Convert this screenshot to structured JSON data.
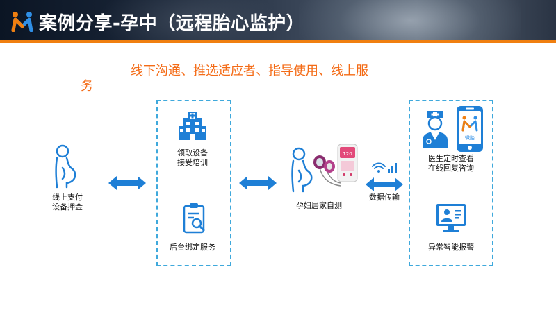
{
  "header": {
    "title": "案例分享-孕中（远程胎心监护）"
  },
  "intro": {
    "line1": "线下沟通、推选适应者、指导使用、线上服",
    "line2": "务"
  },
  "steps": {
    "payment": {
      "line1": "线上支付",
      "line2": "设备押金"
    },
    "pickup": {
      "line1": "领取设备",
      "line2": "接受培训"
    },
    "binding": {
      "line1": "后台绑定服务"
    },
    "self_test": {
      "line1": "孕妇居家自测"
    },
    "transfer": {
      "line1": "数据传输"
    },
    "doctor": {
      "line1": "医生定时查看",
      "line2": "在线回复咨询"
    },
    "alert": {
      "line1": "异常智能报警"
    }
  },
  "phone_app": {
    "label": "微胎"
  },
  "device": {
    "screen_text": "120"
  },
  "colors": {
    "accent_orange": "#f46b16",
    "primary_blue": "#1e7fd6",
    "dashed_border": "#3fa9dc",
    "header_line": "#f07f10"
  },
  "icons": [
    "app-logo",
    "pregnant-woman-icon",
    "hospital-icon",
    "clipboard-search-icon",
    "double-arrow-icon",
    "fetal-monitor-device",
    "wifi-signal-icon",
    "doctor-icon",
    "smartphone-app-icon",
    "monitor-user-icon"
  ]
}
